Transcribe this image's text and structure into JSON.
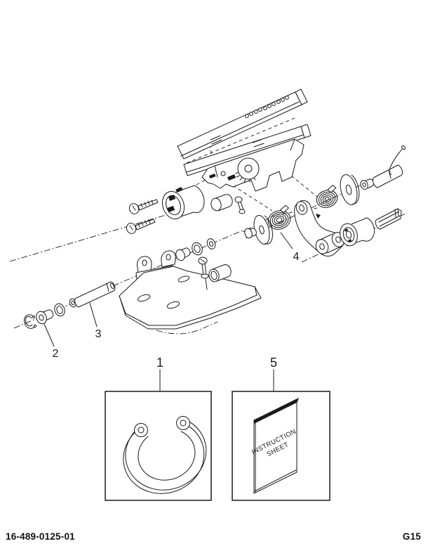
{
  "page": {
    "background": "#ffffff",
    "ink": "#1a1a1a"
  },
  "footer": {
    "doc_number": "16-489-0125-01",
    "page_code": "G15"
  },
  "callouts": {
    "item1": "1",
    "item2": "2",
    "item3": "3",
    "item4": "4",
    "item5": "5"
  },
  "instruction_sheet": {
    "line1": "INSTRUCTION",
    "line2": "SHEET"
  }
}
